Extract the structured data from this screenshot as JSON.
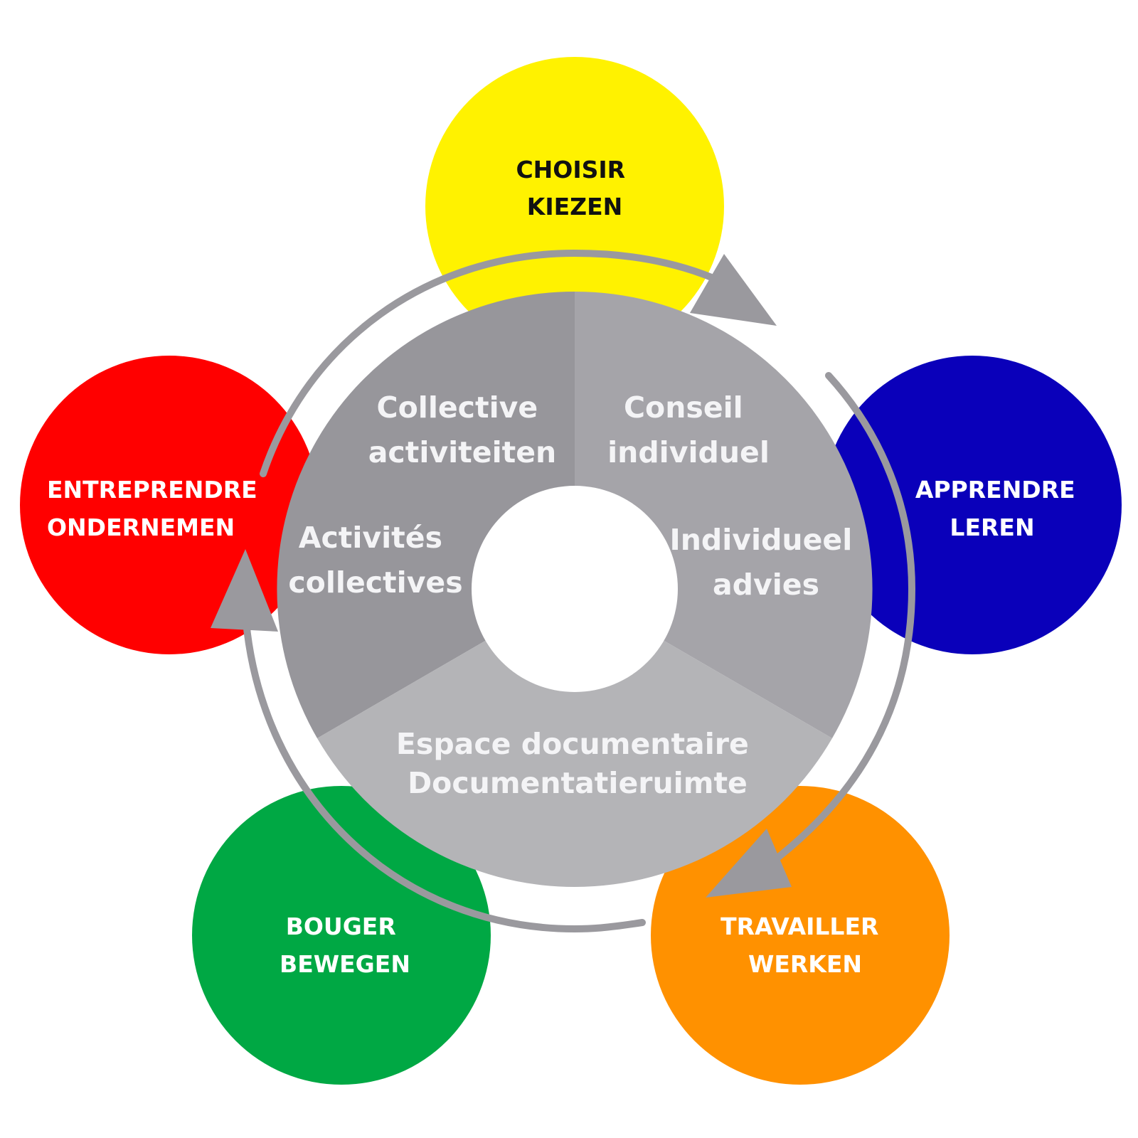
{
  "colors": {
    "yellow": "#FFF200",
    "blue": "#0A00BA",
    "orange": "#FF9100",
    "green": "#00A844",
    "red": "#FF0000",
    "sector_dark": "#97969B",
    "sector_mid": "#A5A4A9",
    "sector_light": "#B4B4B7",
    "arrow": "#9A999E",
    "text_dark": "#111111",
    "text_light": "#FFFFFF",
    "text_inner": "#F4F4F6"
  },
  "outer_circles": {
    "choisir": {
      "line1": "CHOISIR",
      "line2": "KIEZEN",
      "color": "yellow",
      "icon": "choose-circle"
    },
    "apprendre": {
      "line1": "APPRENDRE",
      "line2": "LEREN",
      "color": "blue",
      "icon": "learn-circle"
    },
    "travailler": {
      "line1": "TRAVAILLER",
      "line2": "WERKEN",
      "color": "orange",
      "icon": "work-circle"
    },
    "bouger": {
      "line1": "BOUGER",
      "line2": "BEWEGEN",
      "color": "green",
      "icon": "move-circle"
    },
    "entreprendre": {
      "line1": "ENTREPRENDRE",
      "line2": "ONDERNEMEN",
      "color": "red",
      "icon": "entrepreneur-circle"
    }
  },
  "wheel": {
    "collective": {
      "nl_line1": "Collective",
      "nl_line2": "activiteiten",
      "fr_line1": "Activités",
      "fr_line2": "collectives"
    },
    "conseil": {
      "fr_line1": "Conseil",
      "fr_line2": "individuel",
      "nl_line1": "Individueel",
      "nl_line2": "advies"
    },
    "espace": {
      "line1": "Espace documentaire",
      "line2": "Documentatieruimte"
    }
  }
}
